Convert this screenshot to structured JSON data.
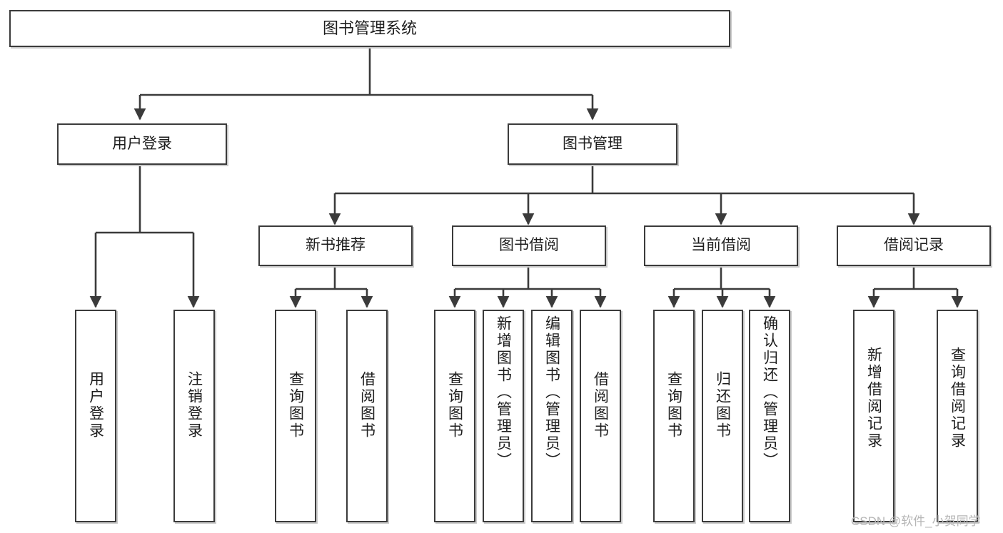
{
  "diagram": {
    "title": "图书管理系统",
    "type": "hierarchy-tree",
    "levels": 4,
    "line_color": "#3b3b3b",
    "box_fill": "#ffffff",
    "shadow_color": "#c9c9c9"
  },
  "root": {
    "label": "图书管理系统"
  },
  "level2": [
    {
      "label": "用户登录"
    },
    {
      "label": "图书管理"
    }
  ],
  "level3": [
    {
      "label": "新书推荐"
    },
    {
      "label": "图书借阅"
    },
    {
      "label": "当前借阅"
    },
    {
      "label": "借阅记录"
    }
  ],
  "leaves": {
    "user_login": [
      {
        "label": "用户登录"
      },
      {
        "label": "注销登录"
      }
    ],
    "new_book_recommend": [
      {
        "label": "查询图书"
      },
      {
        "label": "借阅图书"
      }
    ],
    "book_borrow": [
      {
        "label": "查询图书"
      },
      {
        "label": "新增图书（管理员）"
      },
      {
        "label": "编辑图书（管理员）"
      },
      {
        "label": "借阅图书"
      }
    ],
    "current_borrow": [
      {
        "label": "查询图书"
      },
      {
        "label": "归还图书"
      },
      {
        "label": "确认归还（管理员）"
      }
    ],
    "borrow_record": [
      {
        "label": "新增借阅记录"
      },
      {
        "label": "查询借阅记录"
      }
    ]
  },
  "watermark": {
    "text": "CSDN @软件_小贺同学"
  }
}
